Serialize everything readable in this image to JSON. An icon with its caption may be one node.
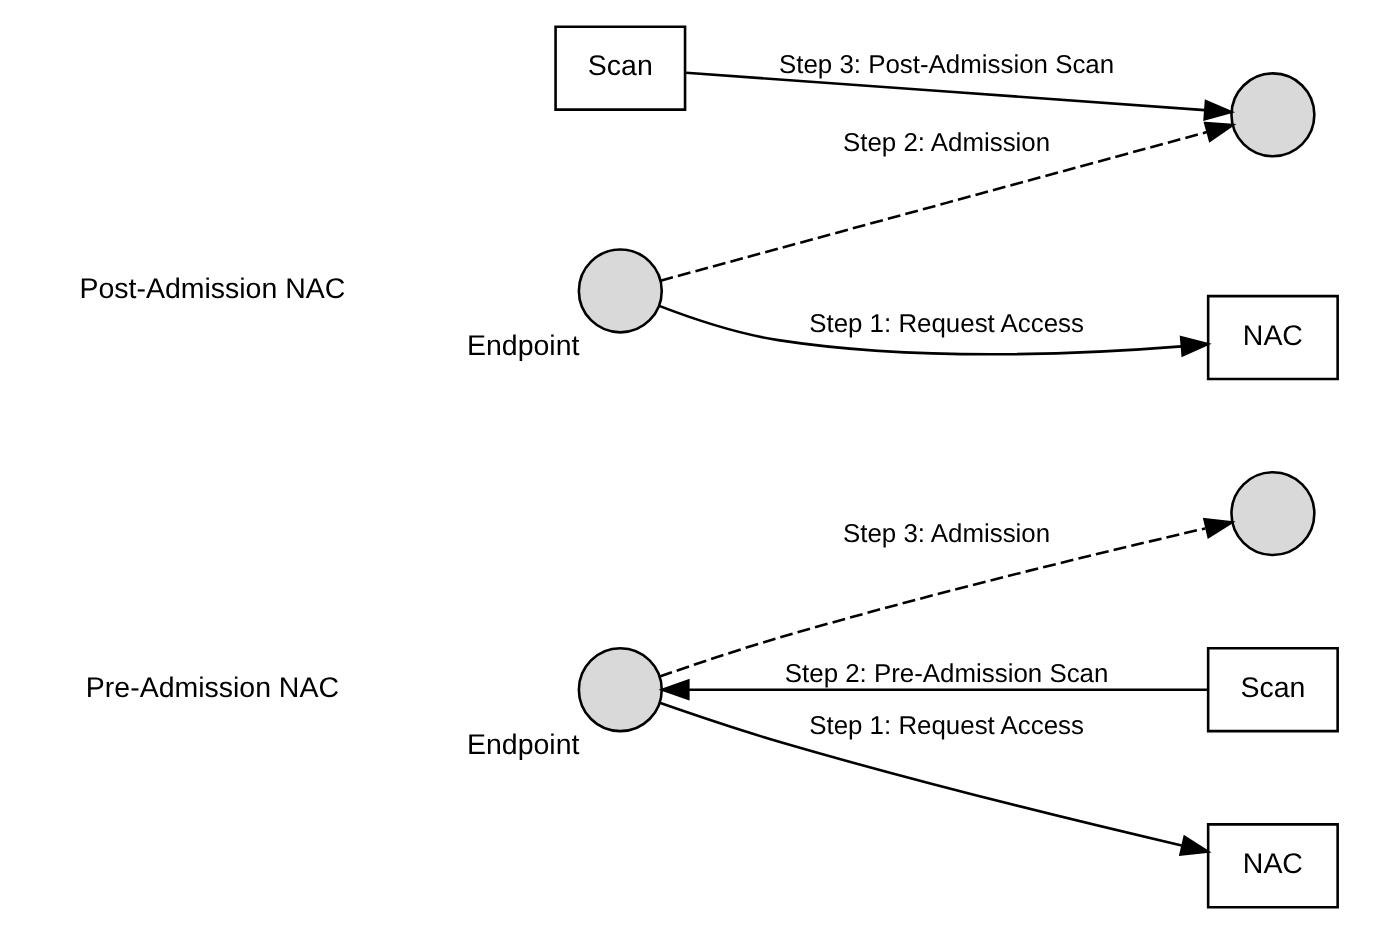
{
  "diagram": {
    "nodes": [
      {
        "text": [],
        "shape": "circle",
        "beside": [
          "Endpoint"
        ]
      },
      {
        "text": [
          "NAC"
        ]
      },
      {
        "text": [
          "Scan"
        ]
      },
      {
        "text": [],
        "shape": "circle"
      },
      {
        "text": [],
        "shape": "circle",
        "beside": [
          "Endpoint"
        ]
      },
      {
        "text": [
          "NAC"
        ]
      },
      {
        "text": [
          "Scan"
        ]
      },
      {
        "text": [],
        "shape": "circle"
      }
    ],
    "edges": [
      {
        "from": 0,
        "to": 1,
        "arrow": "to",
        "label": "Step 1: Request Access"
      },
      {
        "from": 0,
        "to": 3,
        "arrow": "to",
        "label": "Step 2: Admission",
        "style": "dashed"
      },
      {
        "from": 2,
        "to": 3,
        "arrow": "to",
        "label": "Step 3: Post-Admission Scan"
      },
      {
        "from": 4,
        "to": 5,
        "arrow": "to",
        "label": "Step 1: Request Access"
      },
      {
        "from": 6,
        "to": 4,
        "arrow": "to",
        "label": "Step 2: Pre-Admission Scan"
      },
      {
        "from": 4,
        "to": 7,
        "arrow": "to",
        "label": "Step 3: Admission",
        "style": "dashed"
      }
    ],
    "labels": [
      "Post-Admission NAC",
      "Pre-Admission NAC"
    ]
  }
}
